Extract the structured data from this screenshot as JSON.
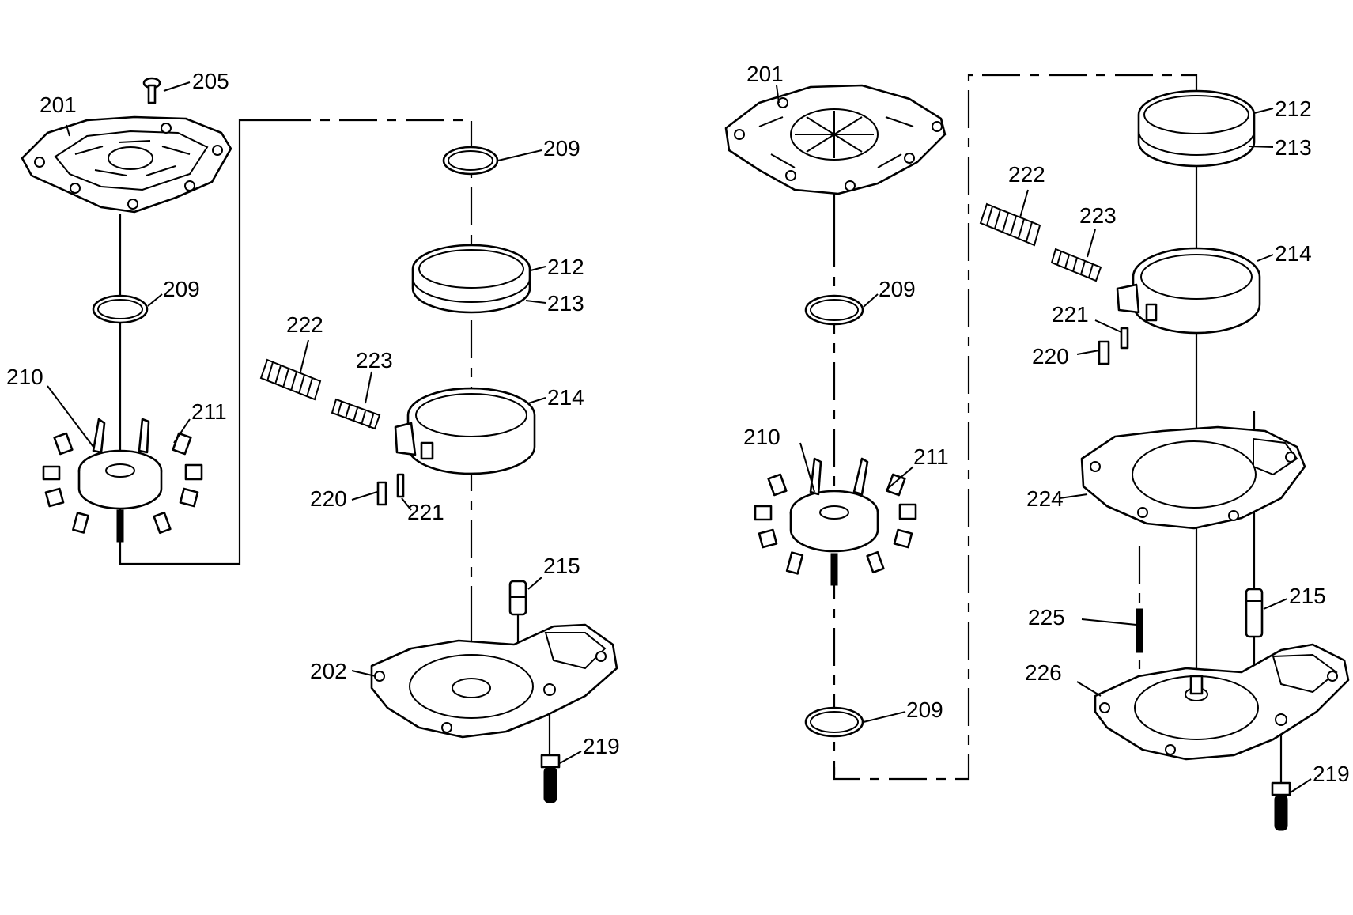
{
  "left": {
    "labels": {
      "l201": "201",
      "l205": "205",
      "l209a": "209",
      "l209b": "209",
      "l210": "210",
      "l211": "211",
      "l212": "212",
      "l213": "213",
      "l214": "214",
      "l222": "222",
      "l223": "223",
      "l220": "220",
      "l221": "221",
      "l215": "215",
      "l202": "202",
      "l219": "219"
    }
  },
  "right": {
    "labels": {
      "r201": "201",
      "r209a": "209",
      "r209b": "209",
      "r210": "210",
      "r211": "211",
      "r212": "212",
      "r213": "213",
      "r214": "214",
      "r222": "222",
      "r223": "223",
      "r221": "221",
      "r220": "220",
      "r224": "224",
      "r225": "225",
      "r215": "215",
      "r226": "226",
      "r219": "219"
    }
  }
}
